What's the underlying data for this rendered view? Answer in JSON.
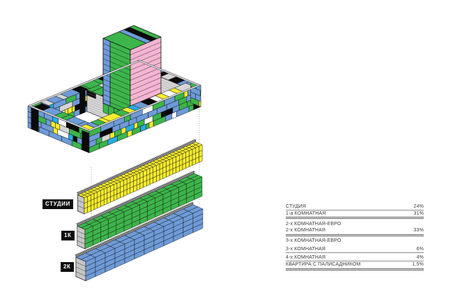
{
  "page": {
    "background": "#ffffff"
  },
  "block_labels": {
    "studios": "СТУДИИ",
    "one_k": "1К",
    "two_k": "2К"
  },
  "table": {
    "rows": [
      {
        "label": "СТУДИЯ",
        "value": "24%",
        "rule": "thin"
      },
      {
        "label": "1-а КОМНАТНАЯ",
        "value": "31%",
        "rule": "double"
      },
      {
        "label": "2-х КОМНАТНАЯ-ЕВРО",
        "value": "",
        "rule": "none"
      },
      {
        "label": "2-х КОМНАТНАЯ",
        "value": "33%",
        "rule": "double"
      },
      {
        "label": "3-х КОМНАТНАЯ-ЕВРО",
        "value": "",
        "rule": "none"
      },
      {
        "label": "3-х КОМНАТНАЯ",
        "value": "6%",
        "rule": "thin"
      },
      {
        "label": "4-х КОМНАТНАЯ",
        "value": "4%",
        "rule": "thin"
      },
      {
        "label": "КВАРТИРА С ПАЛИСАДНИКОМ",
        "value": "1,5%",
        "rule": "double"
      }
    ]
  },
  "colors": {
    "blue": "#6e9bd8",
    "green": "#3cb54a",
    "yellow": "#f7ec2e",
    "pink": "#f5b5d2",
    "cyan": "#29abe2",
    "black": "#0a0a0a",
    "gray": "#d6d6d6",
    "white": "#ffffff",
    "capgray": "#c6c6c6",
    "stripgray": "#8f8f8f",
    "guide": "#8c8c8c",
    "outline": "#141414"
  },
  "palettes": {
    "facade": [
      [
        "blue",
        0.4
      ],
      [
        "green",
        0.3
      ],
      [
        "yellow",
        0.12
      ],
      [
        "black",
        0.06
      ],
      [
        "gray",
        0.05
      ],
      [
        "white",
        0.04
      ],
      [
        "cyan",
        0.03
      ]
    ],
    "inner_accent": [
      [
        "yellow",
        0.3
      ],
      [
        "green",
        0.25
      ],
      [
        "blue",
        0.2
      ],
      [
        "black",
        0.15
      ],
      [
        "white",
        0.1
      ]
    ],
    "roof": [
      [
        "blue",
        0.3
      ],
      [
        "green",
        0.22
      ],
      [
        "yellow",
        0.16
      ],
      [
        "gray",
        0.12
      ],
      [
        "white",
        0.1
      ],
      [
        "black",
        0.1
      ]
    ]
  },
  "tower": {
    "left_face": "green",
    "stripe": "blue",
    "right_face": "pink",
    "roof": "green",
    "roof_cells": [
      "blue",
      "black"
    ],
    "base": "green"
  },
  "bars": [
    {
      "id": "studios",
      "color": "yellow",
      "cols": 36,
      "rows": 3
    },
    {
      "id": "one_k",
      "color": "green",
      "cols": 15,
      "rows": 4
    },
    {
      "id": "two_k",
      "color": "blue",
      "cols": 12,
      "rows": 4
    }
  ]
}
